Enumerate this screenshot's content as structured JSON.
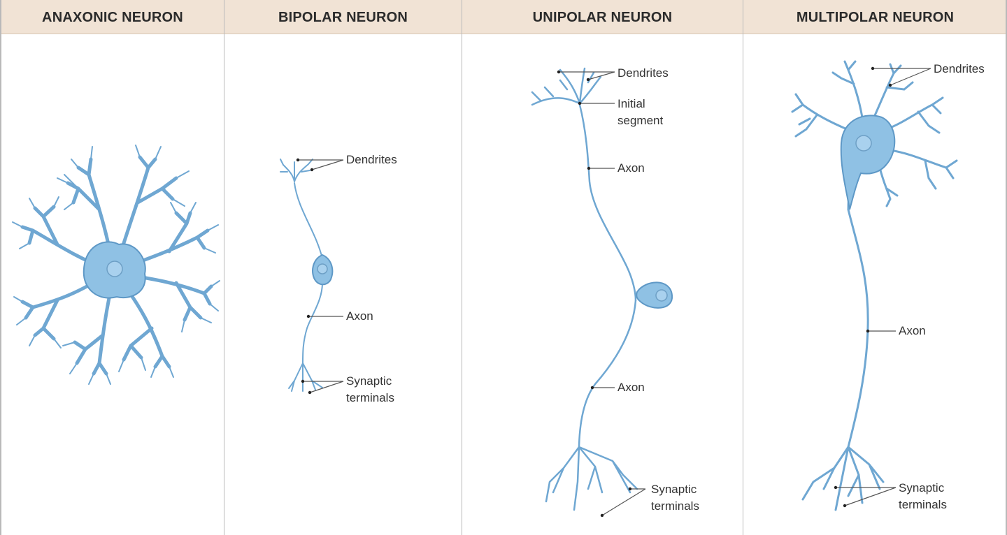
{
  "panels": [
    {
      "title": "ANAXONIC NEURON",
      "labels": {}
    },
    {
      "title": "BIPOLAR NEURON",
      "labels": {
        "dendrites": "Dendrites",
        "axon": "Axon",
        "synaptic_line1": "Synaptic",
        "synaptic_line2": "terminals"
      }
    },
    {
      "title": "UNIPOLAR NEURON",
      "labels": {
        "dendrites": "Dendrites",
        "initial_line1": "Initial",
        "initial_line2": "segment",
        "axon_upper": "Axon",
        "axon_lower": "Axon",
        "synaptic_line1": "Synaptic",
        "synaptic_line2": "terminals"
      }
    },
    {
      "title": "MULTIPOLAR NEURON",
      "labels": {
        "dendrites": "Dendrites",
        "axon": "Axon",
        "synaptic_line1": "Synaptic",
        "synaptic_line2": "terminals"
      }
    }
  ],
  "colors": {
    "header_bg": "#f1e3d5",
    "neuron_fill": "#8fc1e4",
    "neuron_stroke": "#6fa7d2",
    "border": "#b9b9b9"
  }
}
